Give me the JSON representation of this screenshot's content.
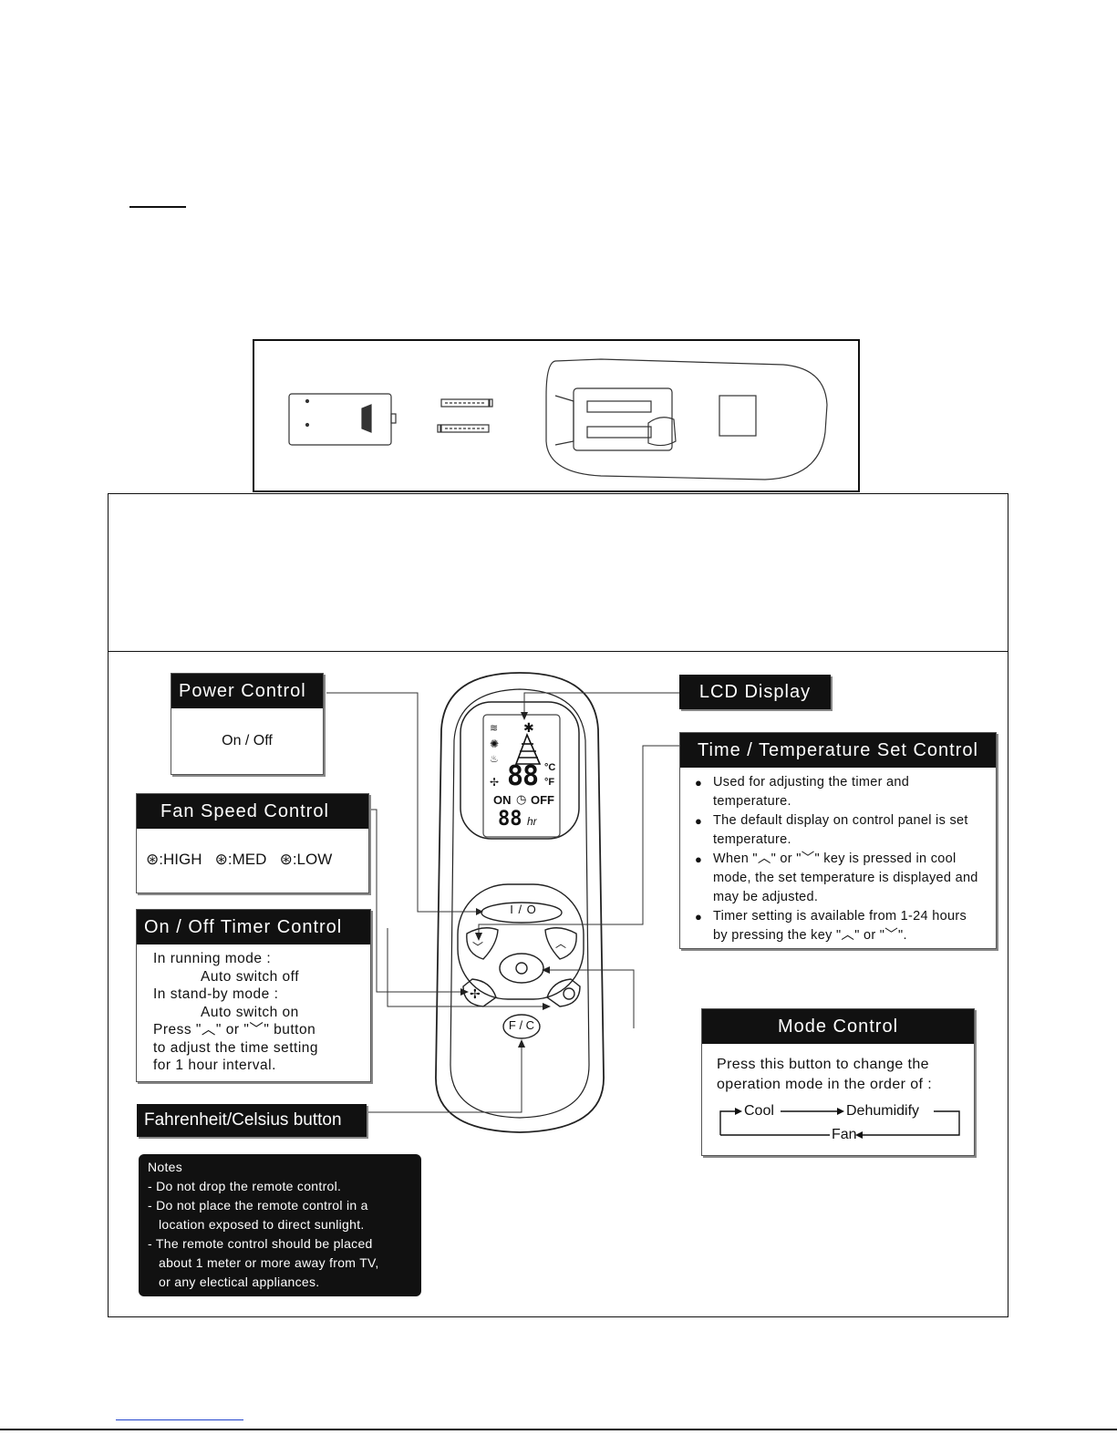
{
  "callouts": {
    "power": {
      "title": "Power Control",
      "body": "On / Off"
    },
    "fan": {
      "title": "Fan Speed Control",
      "high": ":HIGH",
      "med": ":MED",
      "low": ":LOW"
    },
    "timer": {
      "title": "On / Off Timer Control",
      "lines": [
        "In running mode :",
        "Auto switch off",
        "In stand-by mode :",
        "Auto switch on",
        "Press \"︿\" or \"﹀\" button",
        "to adjust the time setting",
        "for 1 hour interval."
      ]
    },
    "fc": {
      "title": "Fahrenheit/Celsius button"
    },
    "lcd": {
      "title": "LCD Display"
    },
    "time_temp": {
      "title": "Time / Temperature Set Control",
      "bullets": [
        "Used for adjusting the timer and temperature.",
        "The default display on control panel is set temperature.",
        "When \"︿\" or \"﹀\" key is pressed in cool mode, the set temperature is displayed and may be adjusted.",
        "Timer setting is available from 1-24 hours by pressing the key \"︿\" or \"﹀\"."
      ]
    },
    "mode": {
      "title": "Mode Control",
      "body": "Press this button to change the operation mode in the order of :",
      "flow": {
        "cool": "Cool",
        "dehumidify": "Dehumidify",
        "fan": "Fan"
      }
    }
  },
  "notes": {
    "lines": [
      "Notes",
      "- Do not drop the remote control.",
      "- Do not place the remote control in a",
      "  location exposed to direct sunlight.",
      "- The remote control should be placed",
      "  about 1 meter or more away from TV,",
      "  or any electical appliances."
    ]
  },
  "remote": {
    "power_button": "I / O",
    "fc_button": "F / C",
    "lcd_on": "ON",
    "lcd_off": "OFF",
    "lcd_digits": "88",
    "lcd_hr": "hr",
    "lcd_celsius": "°C",
    "lcd_fahrenheit": "°F"
  }
}
